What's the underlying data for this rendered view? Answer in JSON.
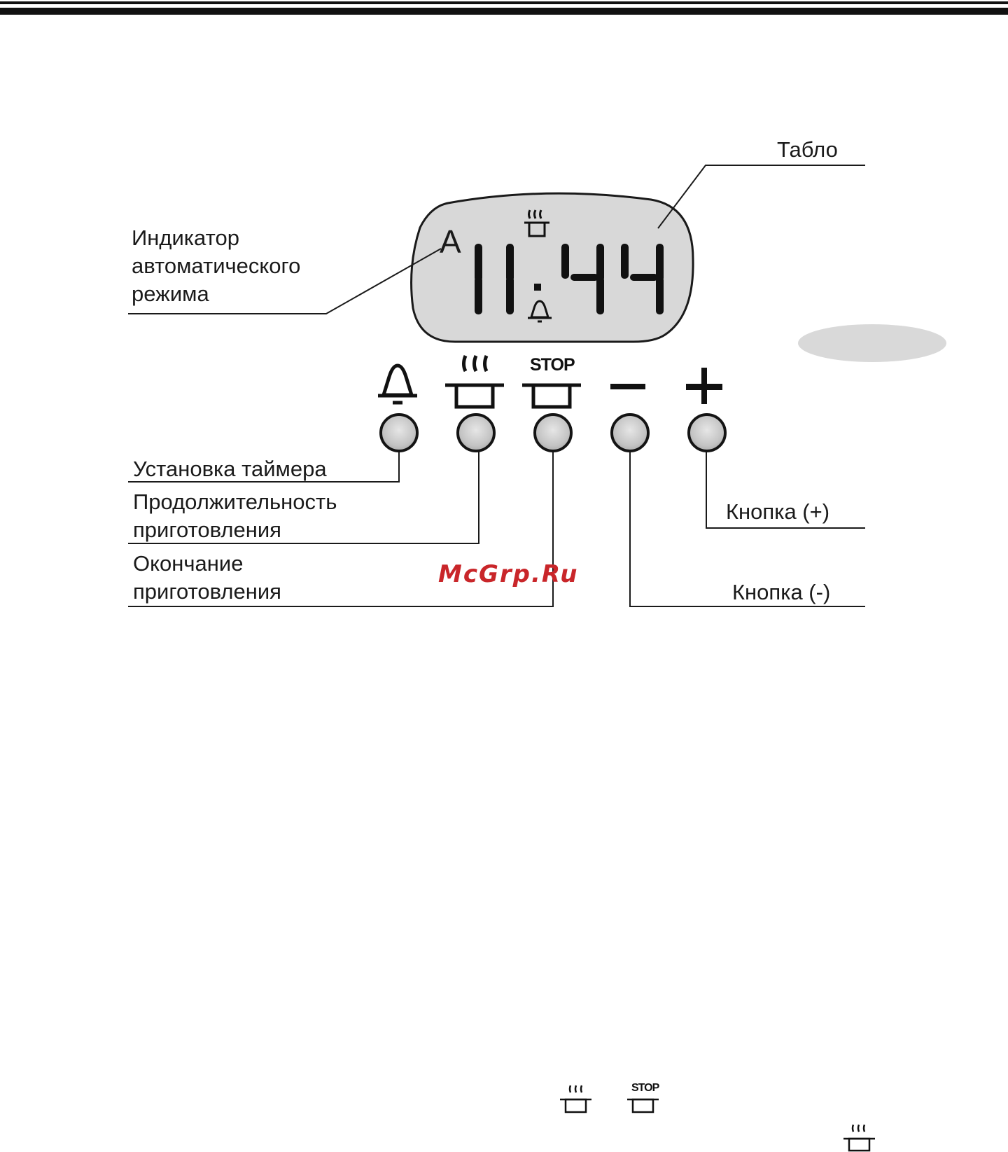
{
  "labels": {
    "display": "Табло",
    "auto_indicator_line1": "Индикатор",
    "auto_indicator_line2": "автоматического",
    "auto_indicator_line3": "режима",
    "timer": "Установка таймера",
    "duration_line1": "Продолжительность",
    "duration_line2": "приготовления",
    "end_line1": "Окончание",
    "end_line2": "приготовления",
    "plus_button": "Кнопка (+)",
    "minus_button": "Кнопка (-)"
  },
  "display": {
    "auto_letter": "A",
    "time": "11:44"
  },
  "buttons": {
    "stop_text": "STOP"
  },
  "legend_icons": {
    "stop_text": "STOP"
  },
  "watermark": "McGrp.Ru",
  "colors": {
    "line": "#1a1a1a",
    "lcd_fill": "#d8d8d8",
    "button_fill": "#c4c4c4",
    "watermark": "#c9262a",
    "oval": "#d9d9d9"
  }
}
